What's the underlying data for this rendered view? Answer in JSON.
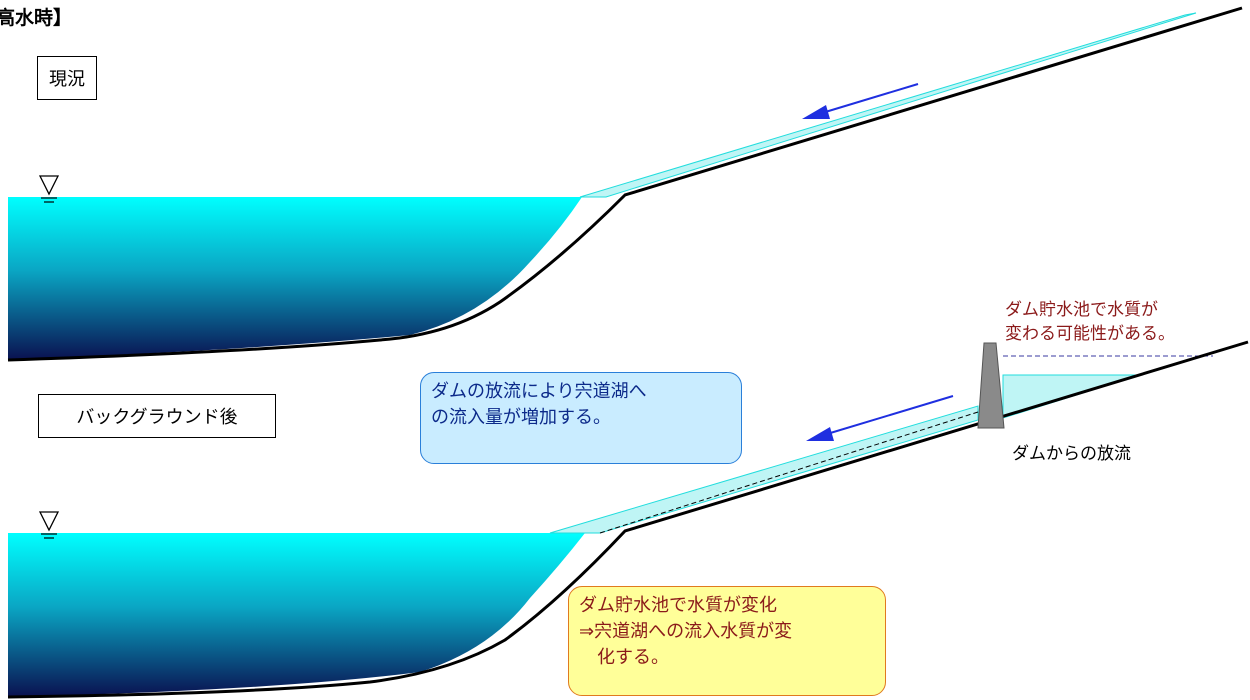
{
  "header": {
    "title_fragment": "高水時】"
  },
  "panels": {
    "current_label": "現況",
    "background_label": "バックグラウンド後"
  },
  "annotations": {
    "dam_quality_note": [
      "ダム貯水池で水質が",
      "変わる可能性がある。"
    ],
    "dam_release": "ダムからの放流",
    "inflow_increase": "ダムの放流により宍道湖へ\nの流入量が増加する。",
    "quality_change": "ダム貯水池で水質が変化\n⇒宍道湖への流入水質が変\n　化する。"
  },
  "colors": {
    "water_top": "#00ffff",
    "water_bottom": "#0a1150",
    "river_fill": "#bff5f5",
    "river_edge": "#22dddd",
    "flow_arrow": "#1f2fe0",
    "dam": "#8a8a8a",
    "blue_box": "#c9ecff",
    "yellow_box": "#ffff99",
    "maroon_text": "#8b1a1a"
  },
  "icons": [
    "water-level-icon",
    "flow-arrow-icon",
    "dam-icon"
  ]
}
